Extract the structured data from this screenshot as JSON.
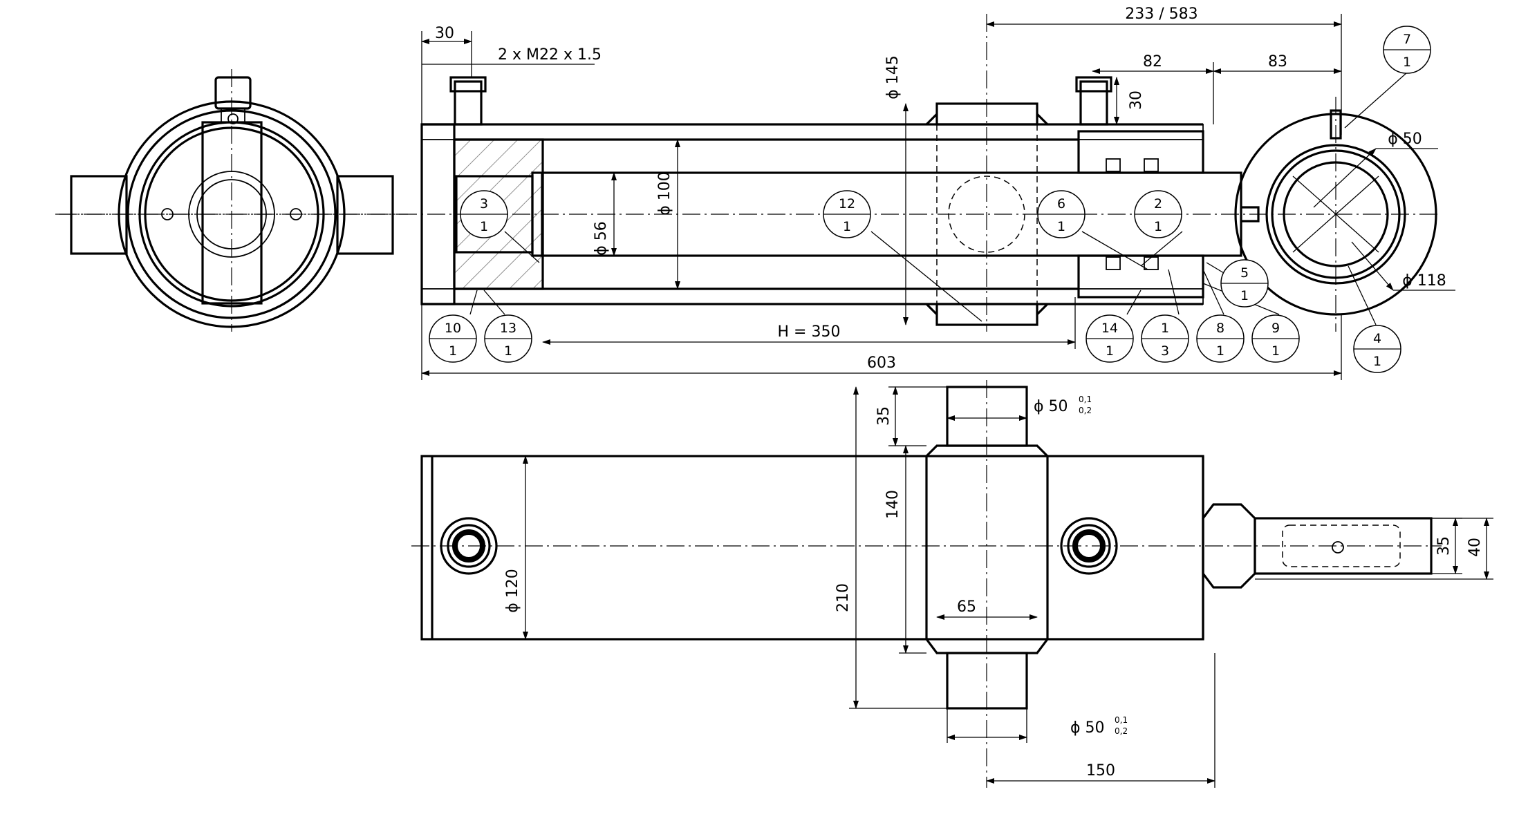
{
  "dimensions": {
    "stroke_233_583": "233 / 583",
    "thread": "2 x M22 x 1.5",
    "d30_top": "30",
    "d82": "82",
    "d83": "83",
    "d30_port": "30",
    "phi145": "ϕ 145",
    "phi100": "ϕ 100",
    "phi56": "ϕ 56",
    "phi50_eye": "ϕ 50",
    "phi118": "ϕ 118",
    "h350": "H = 350",
    "d603": "603",
    "phi50_trunnion": "ϕ 50",
    "tol_upper": "0,1",
    "tol_lower": "0,2",
    "d35_top": "35",
    "d140": "140",
    "phi120": "ϕ 120",
    "d210": "210",
    "d65": "65",
    "d150": "150",
    "d35_rod": "35",
    "d40": "40"
  },
  "balloons": [
    {
      "num": "7",
      "qty": "1"
    },
    {
      "num": "3",
      "qty": "1"
    },
    {
      "num": "12",
      "qty": "1"
    },
    {
      "num": "6",
      "qty": "1"
    },
    {
      "num": "2",
      "qty": "1"
    },
    {
      "num": "5",
      "qty": "1"
    },
    {
      "num": "10",
      "qty": "1"
    },
    {
      "num": "13",
      "qty": "1"
    },
    {
      "num": "14",
      "qty": "1"
    },
    {
      "num": "1",
      "qty": "3"
    },
    {
      "num": "8",
      "qty": "1"
    },
    {
      "num": "9",
      "qty": "1"
    },
    {
      "num": "4",
      "qty": "1"
    }
  ]
}
